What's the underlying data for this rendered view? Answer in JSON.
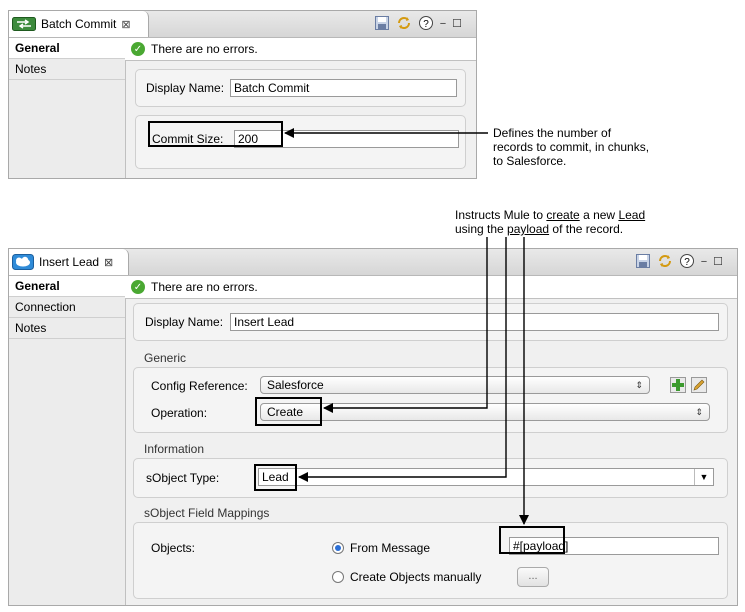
{
  "top_panel": {
    "tab_label": "Batch Commit",
    "status": "There are no errors.",
    "side_items": [
      "General",
      "Notes"
    ],
    "display_name_label": "Display Name:",
    "display_name_value": "Batch Commit",
    "commit_size_label": "Commit Size:",
    "commit_size_value": "200"
  },
  "annotations": {
    "commit": [
      "Defines the number of",
      "records to commit, in chunks,",
      "to Salesforce."
    ],
    "insert_line1": {
      "pre": "Instructs Mule to ",
      "create": "create",
      "mid": " a new ",
      "lead": "Lead"
    },
    "insert_line2": {
      "pre": "using the ",
      "payload": "payload",
      "post": " of the record."
    }
  },
  "bottom_panel": {
    "tab_label": "Insert Lead",
    "status": "There are no errors.",
    "side_items": [
      "General",
      "Connection",
      "Notes"
    ],
    "display_name_label": "Display Name:",
    "display_name_value": "Insert Lead",
    "generic_section": "Generic",
    "config_label": "Config Reference:",
    "config_value": "Salesforce",
    "operation_label": "Operation:",
    "operation_value": "Create",
    "information_section": "Information",
    "sobject_label": "sObject Type:",
    "sobject_value": "Lead",
    "mappings_section": "sObject Field Mappings",
    "objects_label": "Objects:",
    "from_message_label": "From Message",
    "objects_value": "#[payload]",
    "create_manually_label": "Create Objects manually",
    "browse_label": "..."
  },
  "colors": {
    "success": "#4aa832",
    "radio": "#2b6fd6"
  },
  "icons": [
    "batch-commit-icon",
    "salesforce-icon",
    "save-icon",
    "sync-icon",
    "help-icon",
    "minimize-icon",
    "maximize-icon",
    "check-icon",
    "add-icon",
    "edit-icon"
  ]
}
